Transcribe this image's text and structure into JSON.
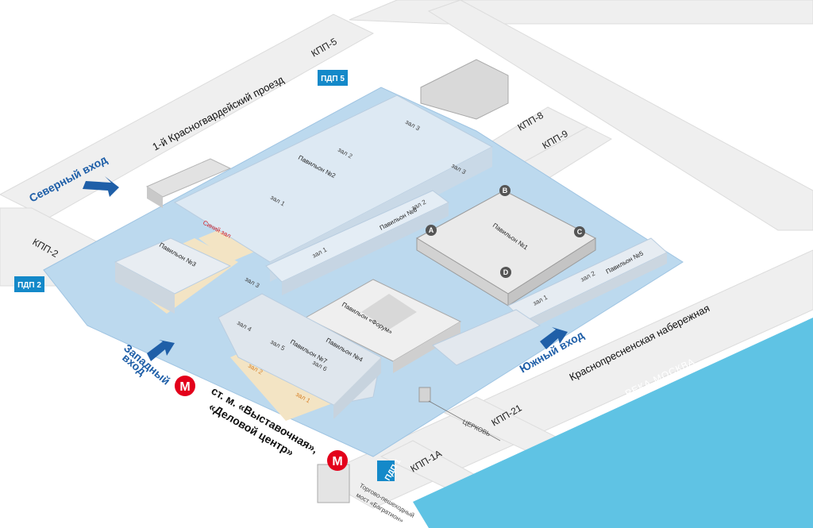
{
  "checkpoints": {
    "kpp5": "КПП-5",
    "kpp8": "КПП-8",
    "kpp9": "КПП-9",
    "kpp2": "КПП-2",
    "kpp21": "КПП-21",
    "kpp1a": "КПП-1А"
  },
  "pdp": {
    "pdp5": "ПДП 5",
    "pdp2": "ПДП 2",
    "pdp1": "ПДП 1"
  },
  "streets": {
    "proezd": "1-й Красногвардейский проезд",
    "embankment": "Краснопресненская набережная",
    "river": "РЕКА МОСКВА"
  },
  "entrances": {
    "north": "Северный вход",
    "south": "Южный вход",
    "west_line1": "Западный",
    "west_line2": "вход"
  },
  "metro": {
    "icon": "metro-m-icon",
    "color": "#e3001b",
    "line1": "ст. м. «Выставочная»,",
    "line2": "«Деловой центр»"
  },
  "pavilions": {
    "p1": "Павильон №1",
    "p2": "Павильон №2",
    "p3": "Павильон №3",
    "p4": "Павильон №4",
    "p7": "Павильон №7",
    "p8": "Павильон №8",
    "p5": "Павильон №5",
    "forum": "Павильон «Форум»",
    "blue_hall": "Синий зал"
  },
  "halls": {
    "zal1": "зал 1",
    "zal2": "зал 2",
    "zal3": "зал 3",
    "zal4": "зал 4",
    "zal5": "зал 5",
    "zal6": "зал 6"
  },
  "pavilion1_corners": [
    "A",
    "B",
    "C",
    "D"
  ],
  "landmarks": {
    "church": "ЦЕРКОВЬ",
    "bridge_line1": "Торгово-пешеходный",
    "bridge_line2": "мост «Багратион»"
  },
  "colors": {
    "site_blue": "#bcd9ee",
    "river": "#5fc3e4",
    "roads": "#f0f0f0",
    "pdp_badge": "#1489c9",
    "entrance_arrow": "#1f5fa8",
    "outdoor_area": "#f3e4c4",
    "blue_hall_text": "#d8232a"
  }
}
